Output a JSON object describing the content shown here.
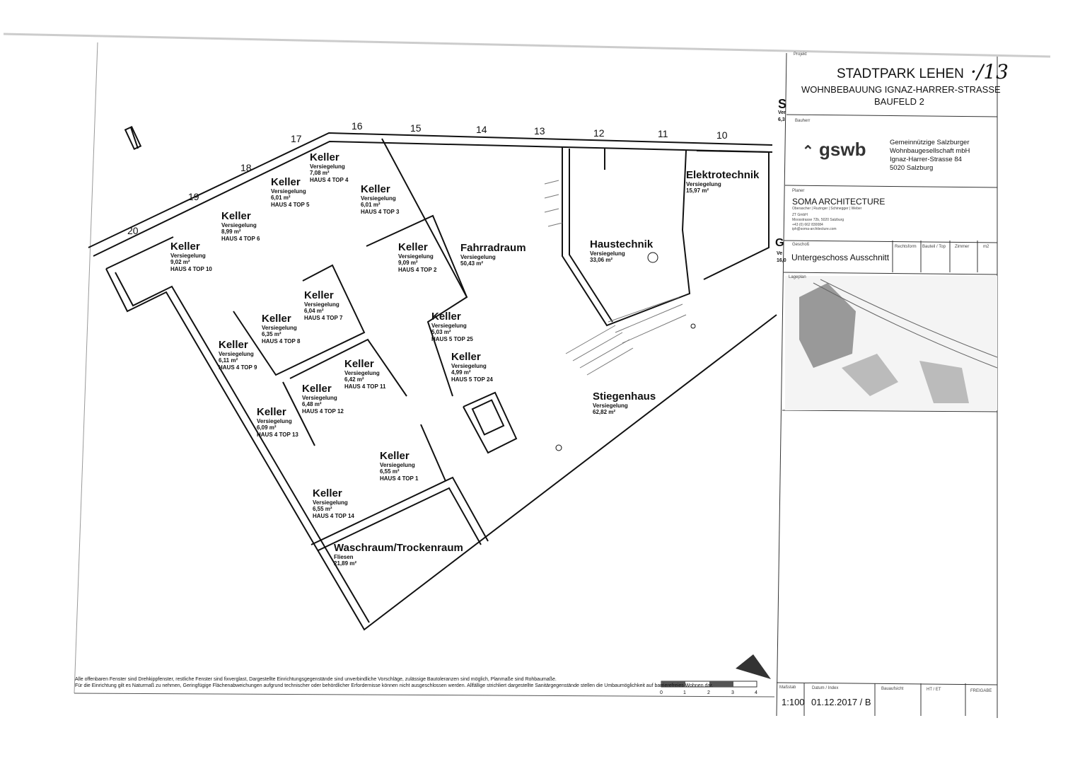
{
  "plan": {
    "axes": [
      "20",
      "19",
      "18",
      "17",
      "16",
      "15",
      "14",
      "13",
      "12",
      "11",
      "10"
    ],
    "rooms": [
      {
        "name": "Keller",
        "material": "Versiegelung",
        "area": "9,02 m²",
        "unit": "HAUS 4 TOP 10"
      },
      {
        "name": "Keller",
        "material": "Versiegelung",
        "area": "8,99 m²",
        "unit": "HAUS 4 TOP 6"
      },
      {
        "name": "Keller",
        "material": "Versiegelung",
        "area": "6,01 m²",
        "unit": "HAUS 4 TOP 5"
      },
      {
        "name": "Keller",
        "material": "Versiegelung",
        "area": "7,08 m²",
        "unit": "HAUS 4 TOP 4"
      },
      {
        "name": "Keller",
        "material": "Versiegelung",
        "area": "6,01 m²",
        "unit": "HAUS 4 TOP 3"
      },
      {
        "name": "Keller",
        "material": "Versiegelung",
        "area": "9,09 m²",
        "unit": "HAUS 4 TOP 2"
      },
      {
        "name": "Keller",
        "material": "Versiegelung",
        "area": "6,04 m²",
        "unit": "HAUS 4 TOP 7"
      },
      {
        "name": "Keller",
        "material": "Versiegelung",
        "area": "6,35 m²",
        "unit": "HAUS 4 TOP 8"
      },
      {
        "name": "Keller",
        "material": "Versiegelung",
        "area": "6,11 m²",
        "unit": "HAUS 4 TOP 9"
      },
      {
        "name": "Keller",
        "material": "Versiegelung",
        "area": "6,42 m²",
        "unit": "HAUS 4 TOP 11"
      },
      {
        "name": "Keller",
        "material": "Versiegelung",
        "area": "6,48 m²",
        "unit": "HAUS 4 TOP 12"
      },
      {
        "name": "Keller",
        "material": "Versiegelung",
        "area": "6,09 m²",
        "unit": "HAUS 4 TOP 13"
      },
      {
        "name": "Keller",
        "material": "Versiegelung",
        "area": "6,55 m²",
        "unit": "HAUS 4 TOP 1"
      },
      {
        "name": "Keller",
        "material": "Versiegelung",
        "area": "6,55 m²",
        "unit": "HAUS 4 TOP 14"
      },
      {
        "name": "Keller",
        "material": "Versiegelung",
        "area": "5,03 m²",
        "unit": "HAUS 5 TOP 25"
      },
      {
        "name": "Keller",
        "material": "Versiegelung",
        "area": "4,99 m²",
        "unit": "HAUS 5 TOP 24"
      },
      {
        "name": "Fahrradraum",
        "material": "Versiegelung",
        "area": "50,43 m²",
        "unit": ""
      },
      {
        "name": "Haustechnik",
        "material": "Versiegelung",
        "area": "33,06 m²",
        "unit": ""
      },
      {
        "name": "Elektrotechnik",
        "material": "Versiegelung",
        "area": "15,97 m²",
        "unit": ""
      },
      {
        "name": "Stiegenhaus",
        "material": "Versiegelung",
        "area": "62,82 m²",
        "unit": ""
      },
      {
        "name": "Waschraum/Trockenraum",
        "material": "Fliesen",
        "area": "21,89 m²",
        "unit": ""
      }
    ],
    "cut_labels": {
      "s": "S",
      "s_mat": "Ver",
      "s_area": "6,3",
      "g": "G",
      "g_mat": "Ve",
      "g_area": "16,0"
    },
    "scale_bar": [
      "0",
      "1",
      "2",
      "3",
      "4"
    ],
    "notes": [
      "Alle offenbaren Fenster sind Drehkippfenster, restliche Fenster sind fixverglast, Dargestellte Einrichtungsgegenstände sind unverbindliche Vorschläge, zulässige Bautoleranzen sind möglich, Planmaße sind Rohbaumaße.",
      "Für die Einrichtung gilt es Naturmaß zu nehmen, Geringfügige Flächenabweichungen aufgrund technischer oder behördlicher Erfordernisse können nicht ausgeschlossen werden. Allfällige strichliert dargestellte Sanitärgegenstände stellen die Umbaumöglichkeit auf barrierefreies Wohnen dar."
    ]
  },
  "title_block": {
    "project_label": "Projekt",
    "project_title": "STADTPARK LEHEN",
    "project_sub1": "WOHNBEBAUUNG IGNAZ-HARRER-STRASSE",
    "project_sub2": "BAUFELD 2",
    "handwritten": "·/13",
    "client_label": "Bauherr",
    "client_logo": "gswb",
    "client_lines": [
      "Gemeinnützige Salzburger",
      "Wohnbaugesellschaft mbH",
      "Ignaz-Harrer-Strasse 84",
      "5020 Salzburg"
    ],
    "planner_label": "Planer",
    "planner_name": "SOMA ARCHITECTURE",
    "planner_partners": "Oberascher | Ruzinger | Schinegger | Weber",
    "planner_lines": [
      "ZT GmbH",
      "Moosstrasse 72b, 5020 Salzburg",
      "+43 (0) 662 830084",
      "iph@soma-architecture.com"
    ],
    "floor_label": "Geschoß",
    "floor_value": "Untergeschoss Ausschnitt",
    "cols": [
      "Rechtsform",
      "Bauteil / Top",
      "Zimmer",
      "m2"
    ],
    "site_plan_label": "Lageplan",
    "footer_labels": [
      "Maßstab",
      "Datum / Index",
      "Bauaufsicht",
      "HT / ET",
      "FREIGABE"
    ],
    "scale": "1:100",
    "date": "01.12.2017 / B"
  }
}
